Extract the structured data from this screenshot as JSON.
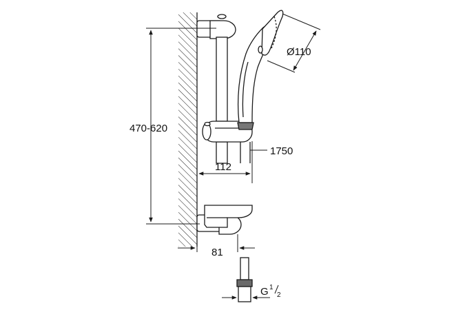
{
  "drawing": {
    "title": "",
    "dimensions": {
      "rail_height": "470-620",
      "hand_shower_diameter": "Ø110",
      "hose_length": "1750",
      "projection_holder": "112",
      "projection_bracket": "81",
      "thread": {
        "main": "G",
        "numerator": "1",
        "denominator": "2"
      }
    }
  },
  "colors": {
    "line": "#1a1a1a",
    "fill": "#ffffff"
  }
}
